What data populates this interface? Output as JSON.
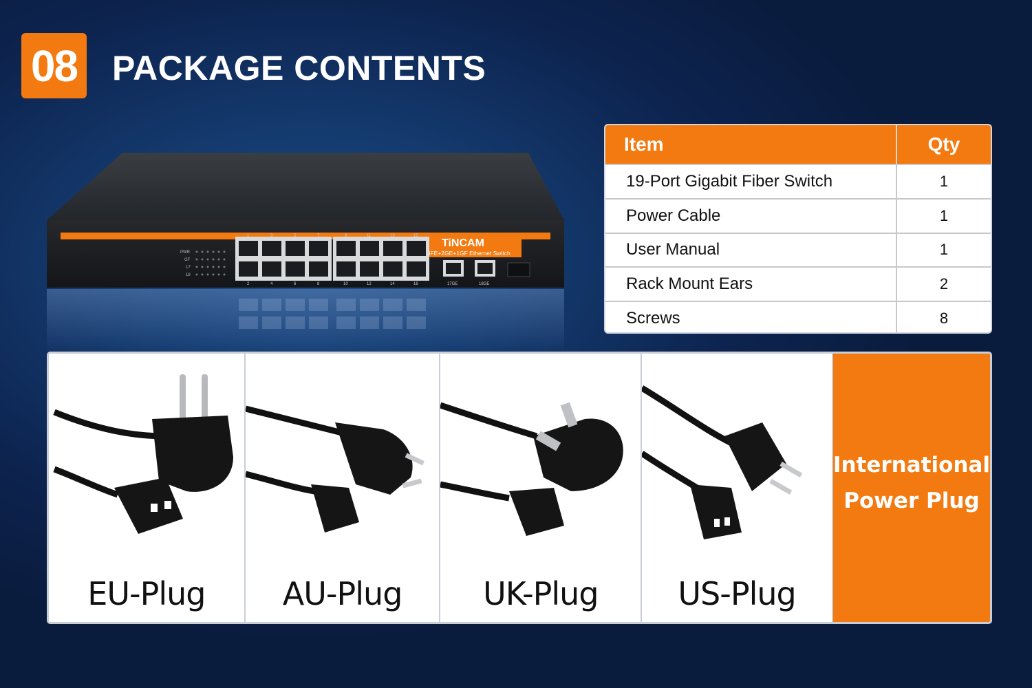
{
  "header": {
    "section_number": "08",
    "title": "PACKAGE CONTENTS"
  },
  "device": {
    "brand": "TiNCAM",
    "model_text": "16FE+2GE+1GF Ethernet Switch",
    "led_labels": [
      "PWR",
      "GF",
      "17",
      "18"
    ],
    "port_top_numbers": [
      "1",
      "3",
      "5",
      "7",
      "9",
      "11",
      "13",
      "15"
    ],
    "port_bottom_numbers": [
      "2",
      "4",
      "6",
      "8",
      "10",
      "12",
      "14",
      "16"
    ],
    "uplink_labels": [
      "17GE",
      "18GE"
    ]
  },
  "table": {
    "headers": {
      "item": "Item",
      "qty": "Qty"
    },
    "rows": [
      {
        "item": "19-Port Gigabit Fiber Switch",
        "qty": "1"
      },
      {
        "item": "Power Cable",
        "qty": "1"
      },
      {
        "item": "User Manual",
        "qty": "1"
      },
      {
        "item": "Rack Mount Ears",
        "qty": "2"
      },
      {
        "item": "Screws",
        "qty": "8"
      }
    ]
  },
  "plugs": {
    "items": [
      {
        "label": "EU-Plug",
        "icon": "eu-plug-icon"
      },
      {
        "label": "AU-Plug",
        "icon": "au-plug-icon"
      },
      {
        "label": "UK-Plug",
        "icon": "uk-plug-icon"
      },
      {
        "label": "US-Plug",
        "icon": "us-plug-icon"
      }
    ],
    "feature_line1": "International",
    "feature_line2": "Power Plug"
  },
  "colors": {
    "accent": "#f37a10",
    "background": "#0d2450",
    "text_light": "#ffffff"
  }
}
